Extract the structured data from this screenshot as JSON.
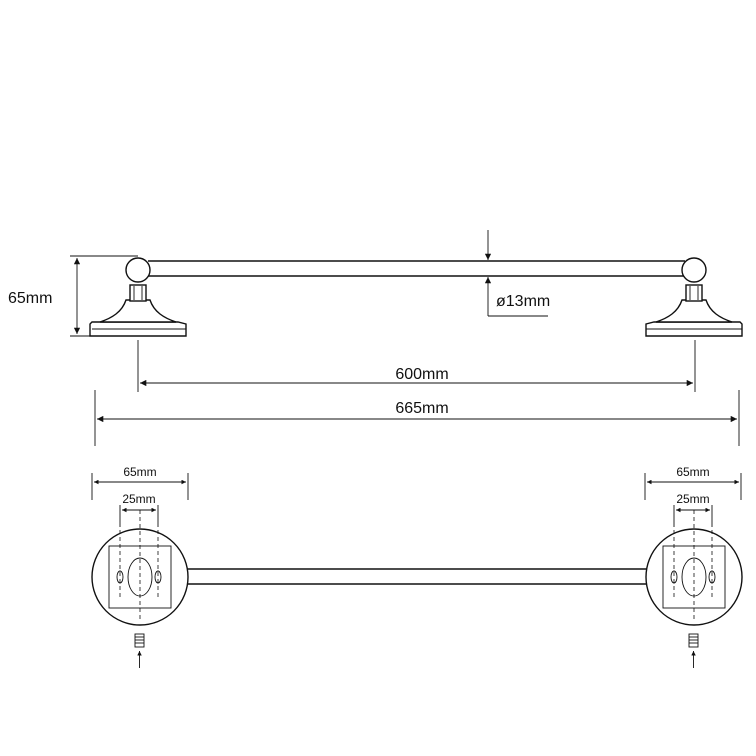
{
  "side_view": {
    "height_label": "65mm",
    "tube_diameter_label": "ø13mm",
    "centers_label": "600mm",
    "overall_label": "665mm"
  },
  "top_view": {
    "left_base_label": "65mm",
    "left_hole_label": "25mm",
    "right_base_label": "65mm",
    "right_hole_label": "25mm"
  }
}
